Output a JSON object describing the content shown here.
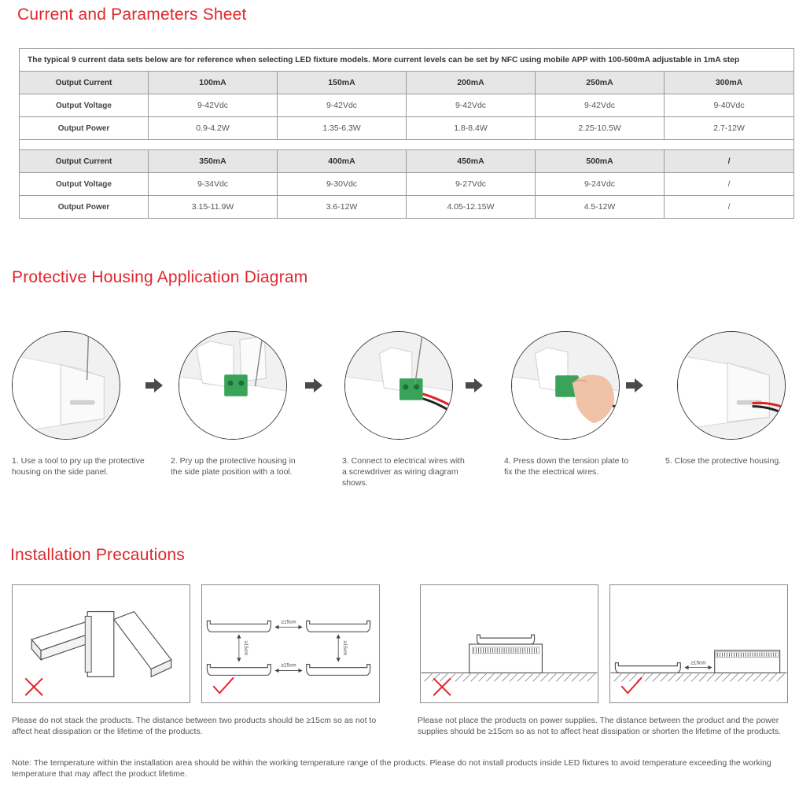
{
  "sections": {
    "current": "Current and Parameters Sheet",
    "diagram": "Protective Housing Application Diagram",
    "install": "Installation Precautions"
  },
  "table": {
    "note": "The typical 9 current data sets below are for reference when selecting LED fixture models. More current levels can be set by NFC using mobile APP with 100-500mA adjustable in 1mA step",
    "labels": {
      "current": "Output Current",
      "voltage": "Output Voltage",
      "power": "Output Power"
    },
    "group1": {
      "current": [
        "100mA",
        "150mA",
        "200mA",
        "250mA",
        "300mA"
      ],
      "voltage": [
        "9-42Vdc",
        "9-42Vdc",
        "9-42Vdc",
        "9-42Vdc",
        "9-40Vdc"
      ],
      "power": [
        "0.9-4.2W",
        "1.35-6.3W",
        "1.8-8.4W",
        "2.25-10.5W",
        "2.7-12W"
      ]
    },
    "group2": {
      "current": [
        "350mA",
        "400mA",
        "450mA",
        "500mA",
        "/"
      ],
      "voltage": [
        "9-34Vdc",
        "9-30Vdc",
        "9-27Vdc",
        "9-24Vdc",
        "/"
      ],
      "power": [
        "3.15-11.9W",
        "3.6-12W",
        "4.05-12.15W",
        "4.5-12W",
        "/"
      ]
    }
  },
  "steps": [
    "1. Use a tool to pry up the protective housing on the side panel.",
    "2. Pry up the protective housing in the side plate position with a tool.",
    "3. Connect to electrical wires with a screwdriver as wiring diagram shows.",
    "4. Press down the tension plate to fix the the electrical wires.",
    "5. Close the protective housing."
  ],
  "precautions": {
    "spacing_label": "≥15cm",
    "left_text": "Please do not stack the products. The distance between two products should be ≥15cm so as not to affect heat dissipation or the lifetime of the products.",
    "right_text": "Please not place the products on power supplies. The distance between the product and the power supplies should be ≥15cm so as not to affect heat dissipation or shorten the lifetime of the products.",
    "note": "Note: The temperature within the installation area should be within the working temperature range of the products. Please do not install products inside LED fixtures to avoid temperature exceeding the working temperature that may affect the product lifetime."
  },
  "colors": {
    "accent_red": "#e0262c",
    "terminal_green": "#3aa35a",
    "header_gray": "#e6e6e6"
  },
  "icons": [
    "arrow-right-icon",
    "cross-icon",
    "check-icon"
  ]
}
